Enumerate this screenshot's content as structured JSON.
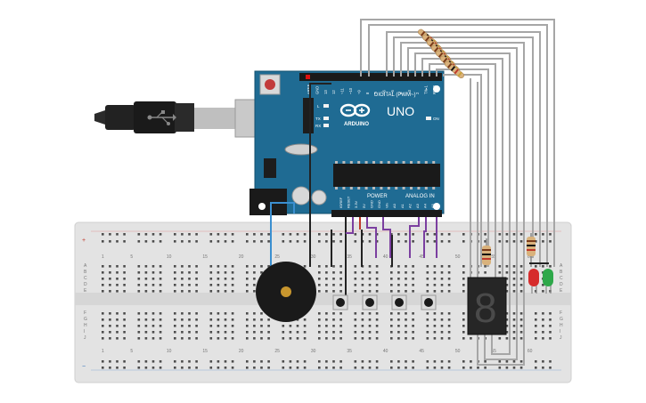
{
  "arduino": {
    "brand": "ARDUINO",
    "model": "UNO",
    "digital_label": "DIGITAL (PWM~)",
    "power_label": "POWER",
    "analog_label": "ANALOG IN",
    "on_label": "ON",
    "led_l": "L",
    "led_tx": "TX",
    "led_rx": "RX",
    "top_pins": [
      "AREF",
      "GND",
      "13",
      "12",
      "~11",
      "~10",
      "~9",
      "8",
      "7",
      "~6",
      "~5",
      "4",
      "~3",
      "2",
      "TX▸1",
      "RX◂0"
    ],
    "bottom_pins": [
      "IOREF",
      "RESET",
      "3.3V",
      "5V",
      "GND",
      "GND",
      "Vin",
      "A0",
      "A1",
      "A2",
      "A3",
      "A4",
      "A5"
    ]
  },
  "breadboard": {
    "col_numbers": [
      "1",
      "5",
      "10",
      "15",
      "20",
      "25",
      "30",
      "35",
      "40",
      "45",
      "50",
      "55",
      "60"
    ],
    "row_letters_top": [
      "A",
      "B",
      "C",
      "D",
      "E"
    ],
    "row_letters_bottom": [
      "F",
      "G",
      "H",
      "I",
      "J"
    ],
    "rail_plus": "+",
    "rail_minus": "−"
  },
  "display": {
    "digit": "8"
  },
  "colors": {
    "arduino_board": "#1f6b93",
    "breadboard": "#e6e6e6",
    "wire_gray": "#a6a6a6",
    "wire_purple": "#7b3fa0",
    "wire_blue": "#3b8fd0",
    "wire_black": "#222222",
    "wire_red": "#c0392b",
    "led_red": "#d62c2c",
    "led_green": "#2ea84a"
  }
}
